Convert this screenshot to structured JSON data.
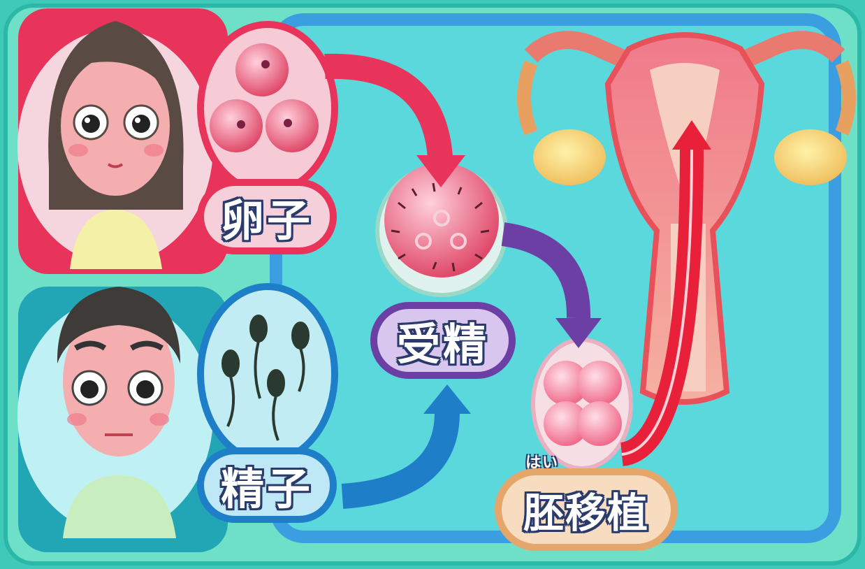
{
  "labels": {
    "egg": "卵子",
    "fertilization": "受精",
    "sperm": "精子",
    "embryo_transfer": "胚移植",
    "embryo_transfer_ruby": "はい"
  },
  "colors": {
    "background": "#3fc9b9",
    "panel": "#5fd7d5",
    "female_panel": "#e8335a",
    "male_panel": "#22a5b5",
    "egg_arrow": "#e8335a",
    "fertilization_arrow": "#6b3fa3",
    "sperm_arrow": "#1e7fc8",
    "transfer_arrow": "#e8203a"
  }
}
